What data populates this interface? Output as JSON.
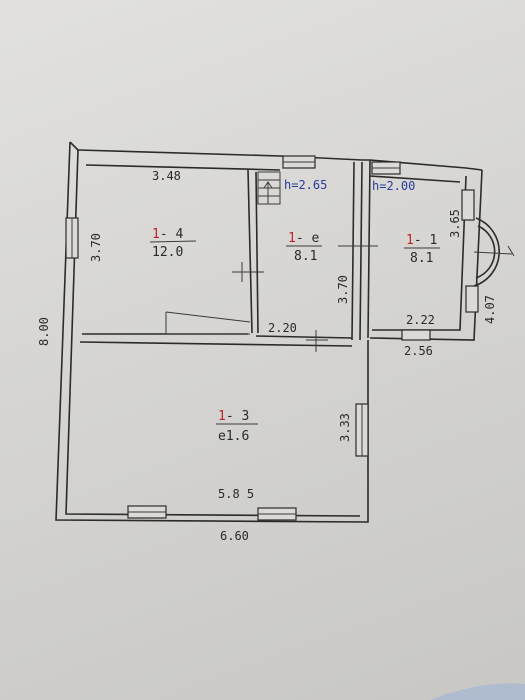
{
  "rooms": [
    {
      "id": "1-4",
      "num_prefix": "1",
      "num_suffix": "- 4",
      "area": "12.0"
    },
    {
      "id": "1-2",
      "num_prefix": "1",
      "num_suffix": "- e",
      "area": "8.1"
    },
    {
      "id": "1-1",
      "num_prefix": "1",
      "num_suffix": "- 1",
      "area": "8.1"
    },
    {
      "id": "1-3",
      "num_prefix": "1",
      "num_suffix": "- 3",
      "area": "e1.6"
    }
  ],
  "heights": {
    "h1": "h=2.65",
    "h2": "h=2.00"
  },
  "dimensions": {
    "top_room4": "3.48",
    "left_room4": "3.70",
    "left_total": "8.00",
    "room2_height": "3.70",
    "room2_bottom": "2.20",
    "room1_right": "3.65",
    "room1_bottom": "2.22",
    "below_room1": "2.56",
    "right_bay": "4.07",
    "room3_right": "3.33",
    "room3_bottom": "5.8 5",
    "total_bottom": "6.60"
  },
  "colors": {
    "red_digit": "#c0222a",
    "blue_height": "#2a3c9a",
    "ink": "#2b2b2b"
  }
}
